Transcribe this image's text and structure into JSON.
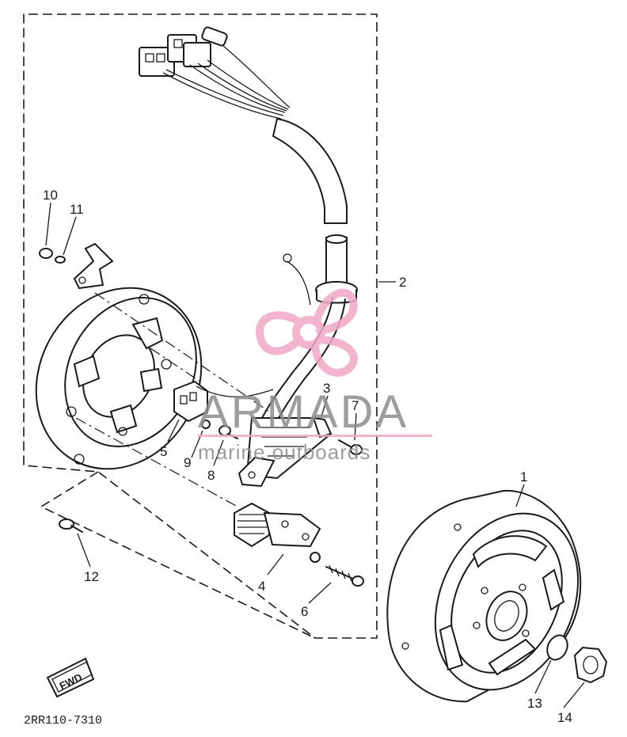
{
  "diagram": {
    "callouts": {
      "p1": "1",
      "p2": "2",
      "p3": "3",
      "p4": "4",
      "p5": "5",
      "p6": "6",
      "p7": "7",
      "p8": "8",
      "p9": "9",
      "p10": "10",
      "p11": "11",
      "p12": "12",
      "p13": "13",
      "p14": "14"
    },
    "direction_badge": "FWD",
    "drawing_code": "2RR110-7310"
  },
  "watermark": {
    "brand": "ARMADA",
    "tagline": "marine outboards",
    "colors": {
      "logo_pink": "#f2a9c6",
      "text_gray": "#8c8c8c"
    }
  }
}
